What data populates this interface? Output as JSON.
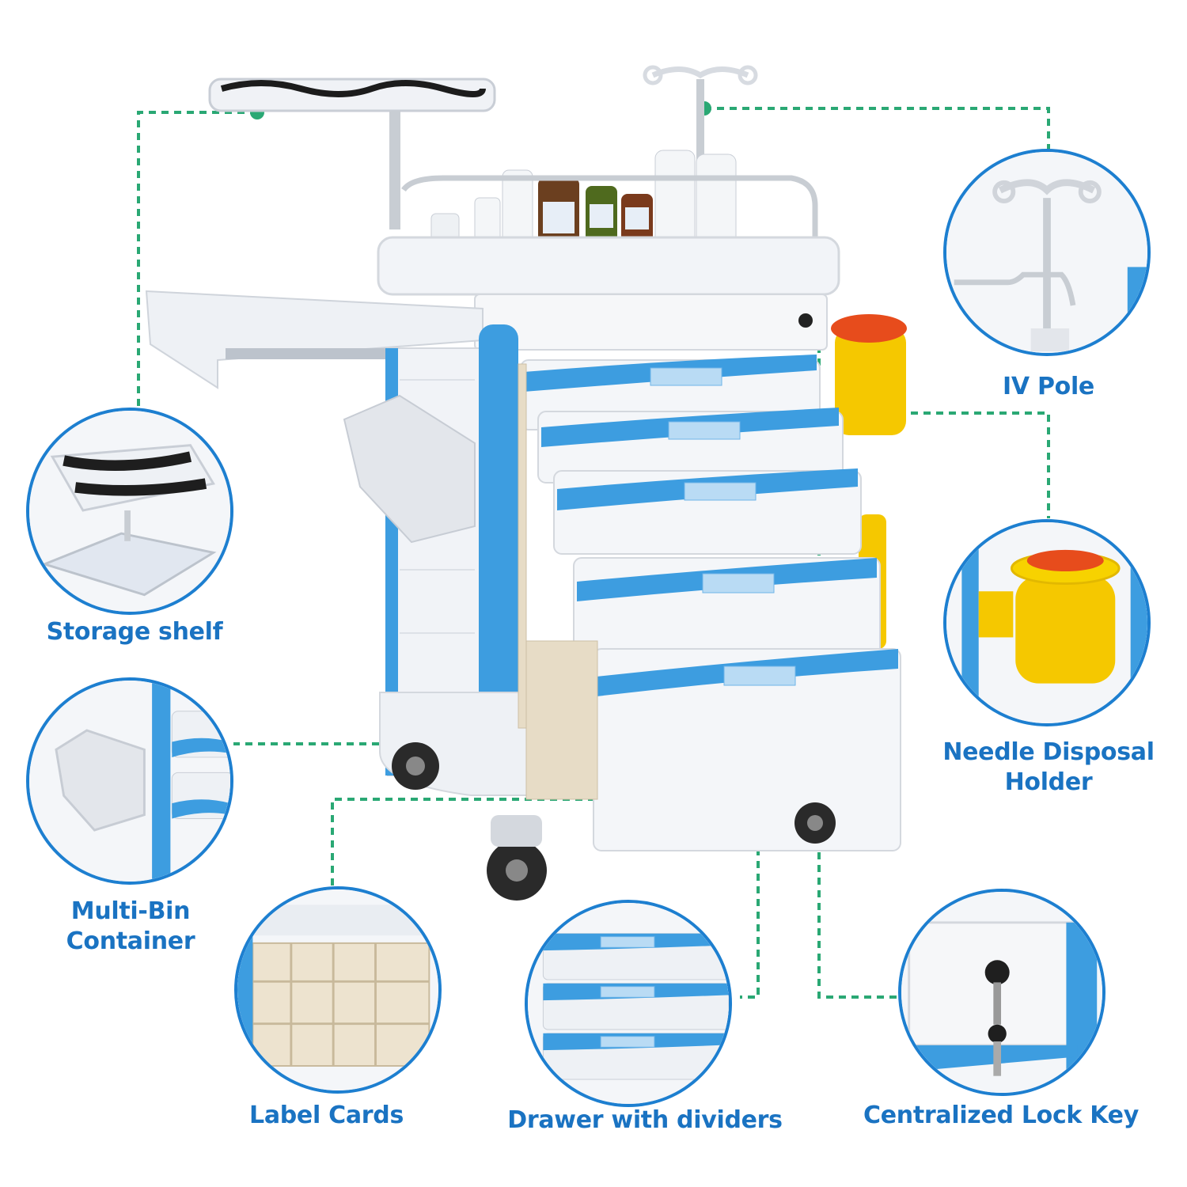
{
  "colors": {
    "accent_blue": "#1d7fd0",
    "label_blue": "#1a73c2",
    "dash_green": "#2aa874",
    "cart_blue": "#3d9de0",
    "cart_white": "#f2f4f8",
    "bin_yellow": "#f5c800"
  },
  "callouts": {
    "storage_shelf": "Storage shelf",
    "iv_pole": "IV Pole",
    "needle_disposal_line1": "Needle Disposal",
    "needle_disposal_line2": "Holder",
    "multi_bin_line1": "Multi-Bin",
    "multi_bin_line2": "Container",
    "label_cards": "Label Cards",
    "drawer_dividers": "Drawer with dividers",
    "lock_key": "Centralized Lock Key"
  }
}
